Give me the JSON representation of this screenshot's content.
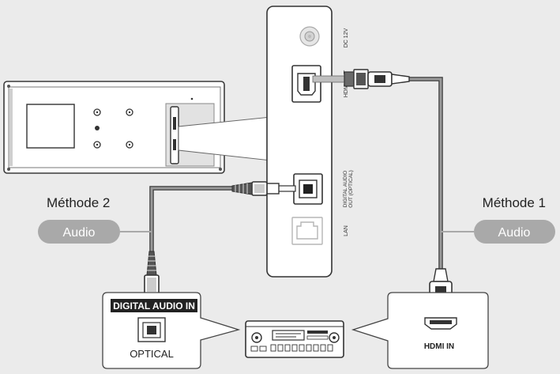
{
  "methods": {
    "method2": {
      "title": "Méthode 2",
      "tag": "Audio"
    },
    "method1": {
      "title": "Méthode 1",
      "tag": "Audio"
    }
  },
  "device_ports": {
    "dc": "DC 12V",
    "hdmi_out": "HDMI OUT",
    "digital_audio_line1": "DIGITAL AUDIO",
    "digital_audio_line2": "OUT (OPTICAL)",
    "lan": "LAN"
  },
  "receiver_inputs": {
    "digital_header": "DIGITAL AUDIO IN",
    "optical": "OPTICAL",
    "hdmi_in": "HDMI IN"
  },
  "colors": {
    "background": "#ebebeb",
    "pill": "#a9a9a9",
    "cable": "#8c8c8c",
    "outline": "#3a3a3a"
  }
}
